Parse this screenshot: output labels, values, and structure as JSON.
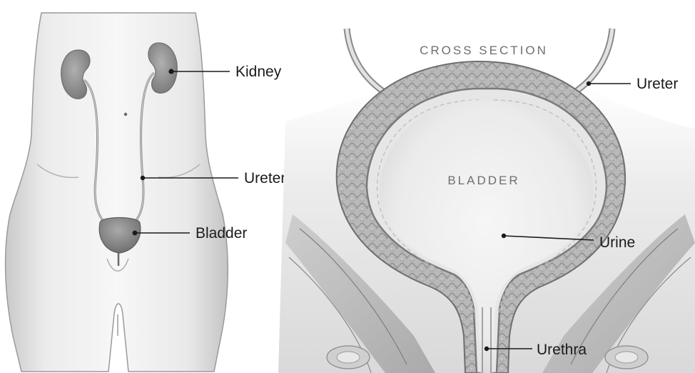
{
  "diagram": {
    "labels": {
      "kidney": "Kidney",
      "ureter_left": "Ureter",
      "bladder_left": "Bladder",
      "cross_section": "CROSS SECTION",
      "ureter_right": "Ureter",
      "bladder_inner": "BLADDER",
      "urine": "Urine",
      "urethra": "Urethra"
    }
  }
}
